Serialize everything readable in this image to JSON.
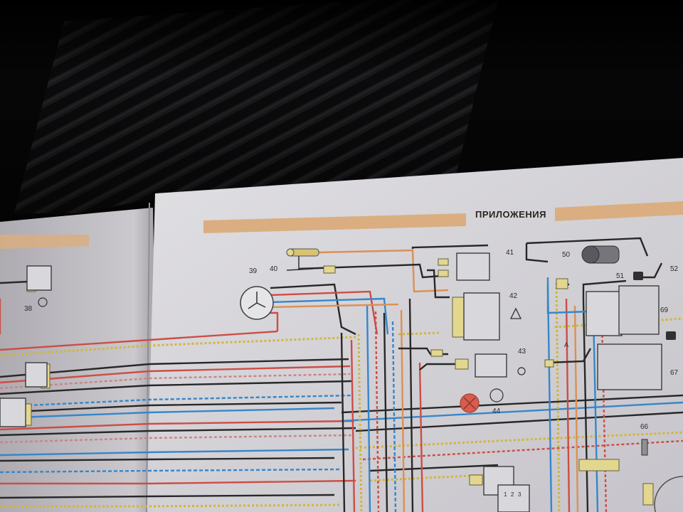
{
  "page": {
    "header_title": "ПРИЛОЖЕНИЯ"
  },
  "components": [
    {
      "id": "c38",
      "label": "38"
    },
    {
      "id": "c39",
      "label": "39"
    },
    {
      "id": "c40",
      "label": "40"
    },
    {
      "id": "c41",
      "label": "41"
    },
    {
      "id": "c42",
      "label": "42"
    },
    {
      "id": "c43",
      "label": "43"
    },
    {
      "id": "c44",
      "label": "44"
    },
    {
      "id": "c50",
      "label": "50"
    },
    {
      "id": "c51",
      "label": "51"
    },
    {
      "id": "c52",
      "label": "52"
    },
    {
      "id": "c66",
      "label": "66"
    },
    {
      "id": "c67",
      "label": "67"
    },
    {
      "id": "c69",
      "label": "69"
    }
  ],
  "terminal_numbers": [
    "1",
    "2",
    "3"
  ],
  "misc_marks": {
    "wire_letter": "A"
  },
  "colors": {
    "background": "#0a0a0c",
    "paper": "#e9e7ec",
    "header_band": "#e8b98a",
    "wire_red": "#d9534a",
    "wire_blue": "#3a8fd6",
    "wire_black": "#2b2b2b",
    "wire_orange": "#e99a5a",
    "wire_yellow": "#e0c23a",
    "connector_yellow": "#f2e59a",
    "lamp_red": "#e6634f"
  }
}
